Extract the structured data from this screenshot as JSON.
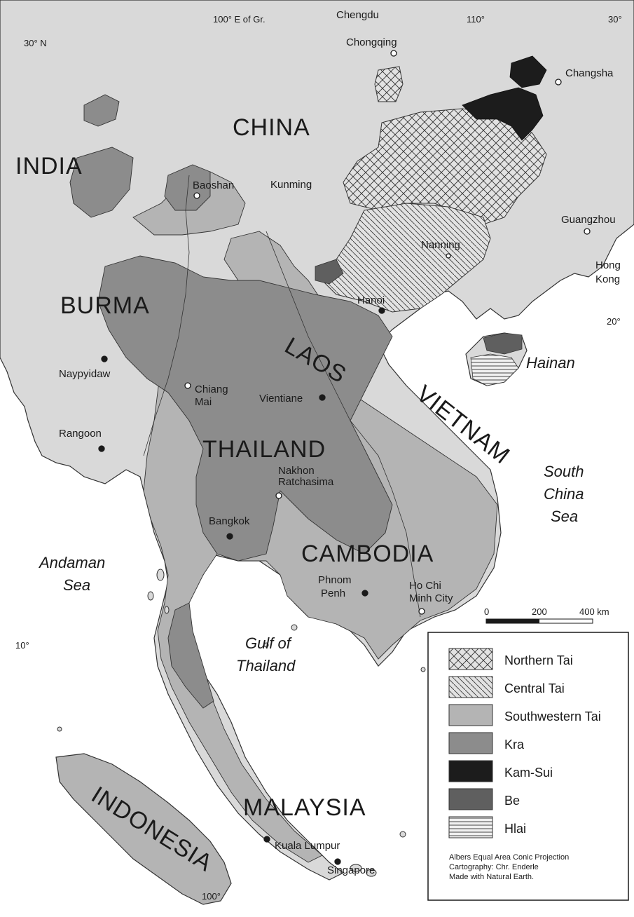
{
  "graticule": {
    "top_100": "100° E of Gr.",
    "top_110": "110°",
    "top_right_30": "30°",
    "left_30": "30° N",
    "right_20": "20°",
    "left_10": "10°",
    "bottom_100": "100°"
  },
  "countries": {
    "china": "CHINA",
    "india": "INDIA",
    "burma": "BURMA",
    "laos": "LAOS",
    "thailand": "THAILAND",
    "vietnam": "VIETNAM",
    "cambodia": "CAMBODIA",
    "malaysia": "MALAYSIA",
    "indonesia": "INDONESIA"
  },
  "cities": {
    "chengdu": "Chengdu",
    "chongqing": "Chongqing",
    "changsha": "Changsha",
    "baoshan": "Baoshan",
    "kunming": "Kunming",
    "guangzhou": "Guangzhou",
    "hong_kong_1": "Hong",
    "hong_kong_2": "Kong",
    "nanning": "Nanning",
    "hanoi": "Hanoi",
    "naypyidaw": "Naypyidaw",
    "chiang_mai_1": "Chiang",
    "chiang_mai_2": "Mai",
    "vientiane": "Vientiane",
    "rangoon": "Rangoon",
    "nakhon_1": "Nakhon",
    "nakhon_2": "Ratchasima",
    "bangkok": "Bangkok",
    "phnom_penh_1": "Phnom",
    "phnom_penh_2": "Penh",
    "hcmc_1": "Ho Chi",
    "hcmc_2": "Minh City",
    "kuala_lumpur": "Kuala Lumpur",
    "singapore": "Singapore"
  },
  "seas": {
    "hainan": "Hainan",
    "south_china_1": "South",
    "south_china_2": "China",
    "south_china_3": "Sea",
    "andaman_1": "Andaman",
    "andaman_2": "Sea",
    "gulf_1": "Gulf of",
    "gulf_2": "Thailand"
  },
  "scale": {
    "zero": "0",
    "mid": "200",
    "end": "400 km"
  },
  "legend": {
    "items": [
      {
        "label": "Northern Tai",
        "pattern": "crosshatch"
      },
      {
        "label": "Central Tai",
        "pattern": "diagonal"
      },
      {
        "label": "Southwestern Tai",
        "pattern": "light-gray"
      },
      {
        "label": "Kra",
        "pattern": "mid-gray"
      },
      {
        "label": "Kam-Sui",
        "pattern": "black"
      },
      {
        "label": "Be",
        "pattern": "dark-gray"
      },
      {
        "label": "Hlai",
        "pattern": "horizontal"
      }
    ],
    "credit_1": "Albers Equal Area Conic Projection",
    "credit_2": "Cartography: Chr. Enderle",
    "credit_3": "Made with Natural Earth."
  },
  "colors": {
    "land": "#d9d9d9",
    "southwestern_tai": "#b4b4b4",
    "kra": "#8c8c8c",
    "be": "#5f5f5f",
    "kam_sui": "#1c1c1c",
    "sea": "#ffffff"
  }
}
